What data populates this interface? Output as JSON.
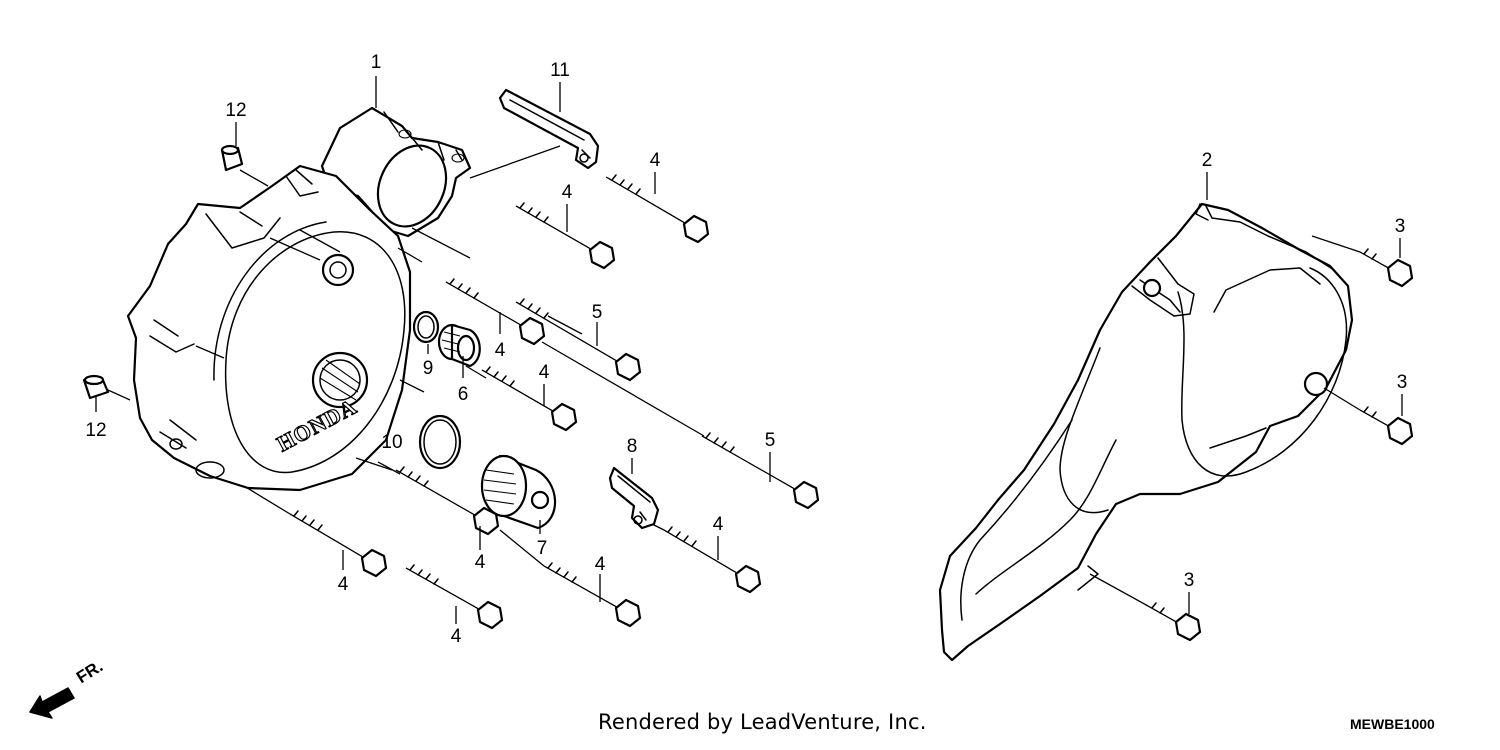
{
  "diagram": {
    "callouts": [
      {
        "id": "c1",
        "text": "1"
      },
      {
        "id": "c2",
        "text": "2"
      },
      {
        "id": "c3a",
        "text": "3"
      },
      {
        "id": "c3b",
        "text": "3"
      },
      {
        "id": "c3c",
        "text": "3"
      },
      {
        "id": "c4a",
        "text": "4"
      },
      {
        "id": "c4b",
        "text": "4"
      },
      {
        "id": "c4c",
        "text": "4"
      },
      {
        "id": "c4d",
        "text": "4"
      },
      {
        "id": "c4e",
        "text": "4"
      },
      {
        "id": "c4f",
        "text": "4"
      },
      {
        "id": "c4g",
        "text": "4"
      },
      {
        "id": "c4h",
        "text": "4"
      },
      {
        "id": "c4i",
        "text": "4"
      },
      {
        "id": "c5a",
        "text": "5"
      },
      {
        "id": "c5b",
        "text": "5"
      },
      {
        "id": "c6",
        "text": "6"
      },
      {
        "id": "c7",
        "text": "7"
      },
      {
        "id": "c8",
        "text": "8"
      },
      {
        "id": "c9",
        "text": "9"
      },
      {
        "id": "c10",
        "text": "10"
      },
      {
        "id": "c11",
        "text": "11"
      },
      {
        "id": "c12a",
        "text": "12"
      },
      {
        "id": "c12b",
        "text": "12"
      }
    ],
    "cover_brand": "HONDA",
    "front_label": "FR.",
    "credit": "Rendered by LeadVenture, Inc.",
    "code": "MEWBE1000"
  }
}
